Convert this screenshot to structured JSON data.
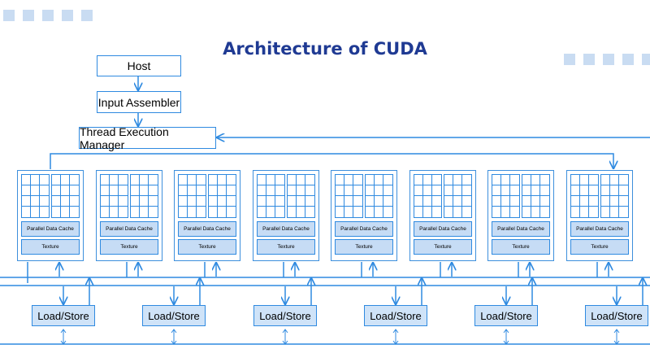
{
  "title": "Architecture of CUDA",
  "host_label": "Host",
  "input_assembler_label": "Input Assembler",
  "thread_manager_label": "Thread Execution Manager",
  "processors": [
    {
      "cache_label": "Parallel Data Cache",
      "texture_label": "Texture"
    },
    {
      "cache_label": "Parallel Data Cache",
      "texture_label": "Texture"
    },
    {
      "cache_label": "Parallel Data Cache",
      "texture_label": "Texture"
    },
    {
      "cache_label": "Parallel Data Cache",
      "texture_label": "Texture"
    },
    {
      "cache_label": "Parallel Data Cache",
      "texture_label": "Texture"
    },
    {
      "cache_label": "Parallel Data Cache",
      "texture_label": "Texture"
    },
    {
      "cache_label": "Parallel Data Cache",
      "texture_label": "Texture"
    },
    {
      "cache_label": "Parallel Data Cache",
      "texture_label": "Texture"
    }
  ],
  "load_store_units": [
    "Load/Store",
    "Load/Store",
    "Load/Store",
    "Load/Store",
    "Load/Store",
    "Load/Store"
  ],
  "colors": {
    "accent": "#2f8ae0",
    "title": "#1f3a93",
    "fill": "#cfe3f8",
    "decoration": "#c9dcf2"
  }
}
